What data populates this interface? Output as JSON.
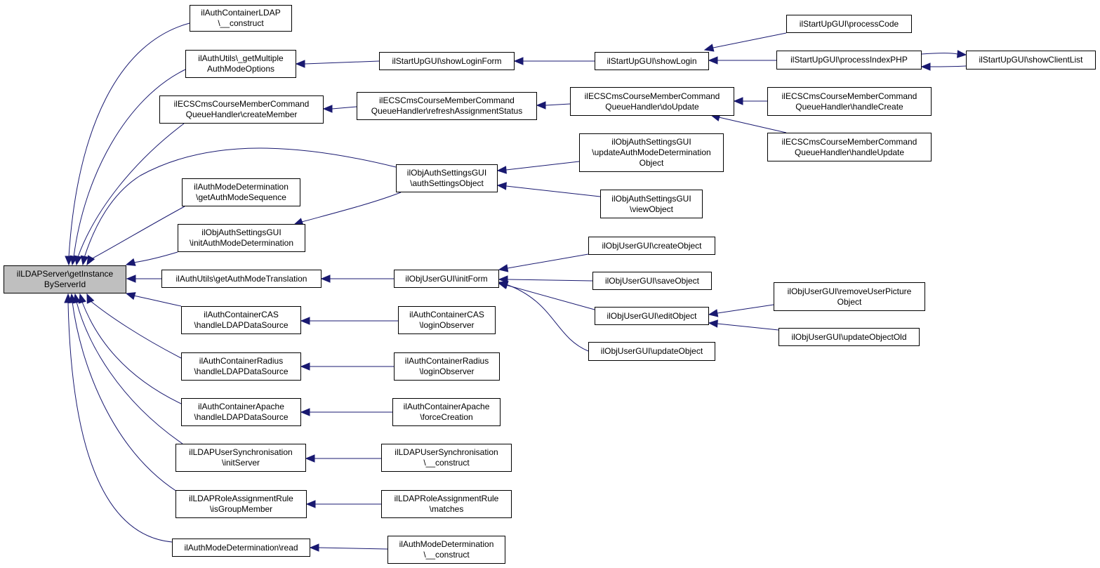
{
  "graph": {
    "edge_color": "#191970",
    "root_fill": "#bfbfbf",
    "nodes": {
      "root": [
        "ilLDAPServer\\getInstance",
        "ByServerId"
      ],
      "n_acl_construct": [
        "ilAuthContainerLDAP",
        "\\__construct"
      ],
      "n_multi_auth": [
        "ilAuthUtils\\_getMultiple",
        "AuthModeOptions"
      ],
      "n_create_member": [
        "ilECSCmsCourseMemberCommand",
        "QueueHandler\\createMember"
      ],
      "n_amd_seq": [
        "ilAuthModeDetermination",
        "\\getAuthModeSequence"
      ],
      "n_init_amd": [
        "ilObjAuthSettingsGUI",
        "\\initAuthModeDetermination"
      ],
      "n_translation": [
        "ilAuthUtils\\getAuthModeTranslation"
      ],
      "n_cas_handle": [
        "ilAuthContainerCAS",
        "\\handleLDAPDataSource"
      ],
      "n_radius_handle": [
        "ilAuthContainerRadius",
        "\\handleLDAPDataSource"
      ],
      "n_apache_handle": [
        "ilAuthContainerApache",
        "\\handleLDAPDataSource"
      ],
      "n_sync_init": [
        "ilLDAPUserSynchronisation",
        "\\initServer"
      ],
      "n_is_group": [
        "ilLDAPRoleAssignmentRule",
        "\\isGroupMember"
      ],
      "n_amd_read": [
        "ilAuthModeDetermination\\read"
      ],
      "n_show_login_form": [
        "ilStartUpGUI\\showLoginForm"
      ],
      "n_refresh": [
        "ilECSCmsCourseMemberCommand",
        "QueueHandler\\refreshAssignmentStatus"
      ],
      "n_auth_settings": [
        "ilObjAuthSettingsGUI",
        "\\authSettingsObject"
      ],
      "n_init_form": [
        "ilObjUserGUI\\initForm"
      ],
      "n_cas_login": [
        "ilAuthContainerCAS",
        "\\loginObserver"
      ],
      "n_radius_login": [
        "ilAuthContainerRadius",
        "\\loginObserver"
      ],
      "n_apache_force": [
        "ilAuthContainerApache",
        "\\forceCreation"
      ],
      "n_sync_construct": [
        "ilLDAPUserSynchronisation",
        "\\__construct"
      ],
      "n_matches": [
        "ilLDAPRoleAssignmentRule",
        "\\matches"
      ],
      "n_amd_construct": [
        "ilAuthModeDetermination",
        "\\__construct"
      ],
      "n_show_login": [
        "ilStartUpGUI\\showLogin"
      ],
      "n_do_update": [
        "ilECSCmsCourseMemberCommand",
        "QueueHandler\\doUpdate"
      ],
      "n_update_amd": [
        "ilObjAuthSettingsGUI",
        "\\updateAuthModeDetermination",
        "Object"
      ],
      "n_view_object": [
        "ilObjAuthSettingsGUI",
        "\\viewObject"
      ],
      "n_create_object": [
        "ilObjUserGUI\\createObject"
      ],
      "n_save_object": [
        "ilObjUserGUI\\saveObject"
      ],
      "n_edit_object": [
        "ilObjUserGUI\\editObject"
      ],
      "n_update_object": [
        "ilObjUserGUI\\updateObject"
      ],
      "n_process_code": [
        "ilStartUpGUI\\processCode"
      ],
      "n_process_index": [
        "ilStartUpGUI\\processIndexPHP"
      ],
      "n_handle_create": [
        "ilECSCmsCourseMemberCommand",
        "QueueHandler\\handleCreate"
      ],
      "n_handle_update": [
        "ilECSCmsCourseMemberCommand",
        "QueueHandler\\handleUpdate"
      ],
      "n_remove_picture": [
        "ilObjUserGUI\\removeUserPicture",
        "Object"
      ],
      "n_update_old": [
        "ilObjUserGUI\\updateObjectOld"
      ],
      "n_client_list": [
        "ilStartUpGUI\\showClientList"
      ]
    }
  }
}
